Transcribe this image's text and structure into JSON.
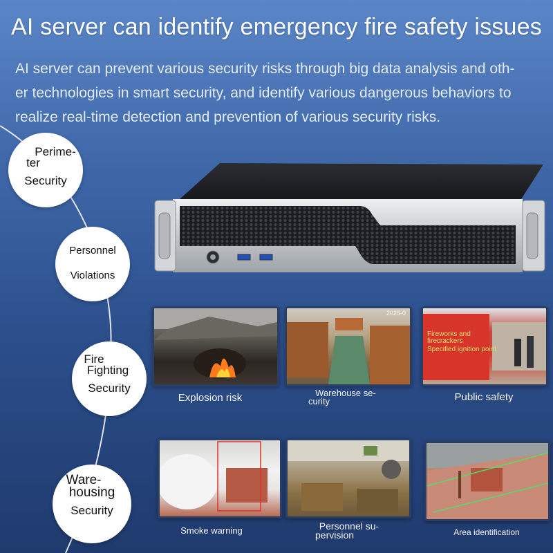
{
  "page": {
    "title": "AI server can identify emergency fire safety issues",
    "description_lines": [
      "AI server can prevent various security risks through big data analysis and oth-",
      "er technologies in smart security, and identify various dangerous behaviors to",
      "realize real-time detection and prevention of various security risks."
    ]
  },
  "bubbles": [
    {
      "lines": [
        "Perime-",
        "ter",
        "Security"
      ]
    },
    {
      "lines": [
        "Personnel",
        "Violations"
      ]
    },
    {
      "lines": [
        "Fire",
        "Fighting",
        "Security"
      ]
    },
    {
      "lines": [
        "Ware-",
        "housing",
        "Security"
      ]
    }
  ],
  "photos": [
    {
      "caption_lines": [
        "Explosion risk"
      ]
    },
    {
      "caption_lines": [
        "Warehouse se-",
        "curity"
      ],
      "timestamp": "2025-0"
    },
    {
      "caption_lines": [
        "Public safety"
      ],
      "overlay_lines": [
        "Fireworks and",
        "firecrackers",
        "Specified ignition point"
      ]
    },
    {
      "caption_lines": [
        "Smoke warning"
      ]
    },
    {
      "caption_lines": [
        "Personnel su-",
        "pervision"
      ]
    },
    {
      "caption_lines": [
        "Area identification"
      ]
    }
  ],
  "colors": {
    "background_top": "#5a86c8",
    "background_bottom": "#1f3a6d",
    "bubble": "#ffffff",
    "photo_border": "#2a3f66",
    "detection_box": "#e0302a"
  }
}
